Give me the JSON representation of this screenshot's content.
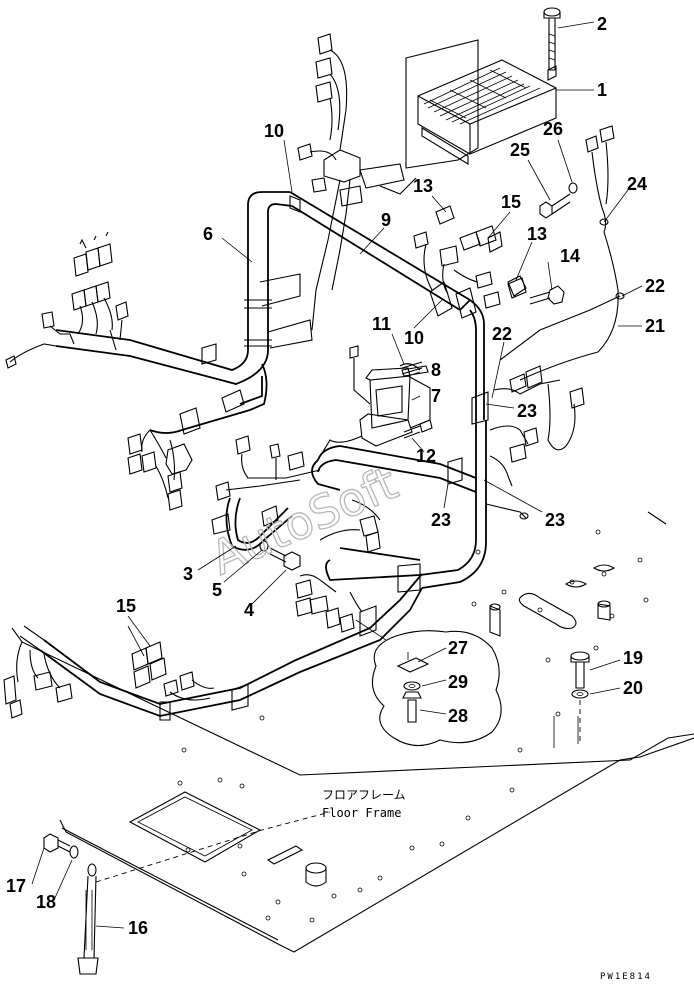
{
  "drawing": {
    "floor_label_jp": "フロアフレーム",
    "floor_label_en": "Floor Frame",
    "watermark": "AutoSoft",
    "drawing_code": "PW1E814"
  },
  "callouts": [
    {
      "id": "c2",
      "label": "2"
    },
    {
      "id": "c1",
      "label": "1"
    },
    {
      "id": "c26",
      "label": "26"
    },
    {
      "id": "c25",
      "label": "25"
    },
    {
      "id": "c10a",
      "label": "10"
    },
    {
      "id": "c24",
      "label": "24"
    },
    {
      "id": "c13a",
      "label": "13"
    },
    {
      "id": "c15a",
      "label": "15"
    },
    {
      "id": "c6",
      "label": "6"
    },
    {
      "id": "c9",
      "label": "9"
    },
    {
      "id": "c13b",
      "label": "13"
    },
    {
      "id": "c14",
      "label": "14"
    },
    {
      "id": "c22a",
      "label": "22"
    },
    {
      "id": "c21",
      "label": "21"
    },
    {
      "id": "c11",
      "label": "11"
    },
    {
      "id": "c10b",
      "label": "10"
    },
    {
      "id": "c22b",
      "label": "22"
    },
    {
      "id": "c8",
      "label": "8"
    },
    {
      "id": "c7",
      "label": "7"
    },
    {
      "id": "c23a",
      "label": "23"
    },
    {
      "id": "c12",
      "label": "12"
    },
    {
      "id": "c23b",
      "label": "23"
    },
    {
      "id": "c23c",
      "label": "23"
    },
    {
      "id": "c3",
      "label": "3"
    },
    {
      "id": "c5",
      "label": "5"
    },
    {
      "id": "c4",
      "label": "4"
    },
    {
      "id": "c15b",
      "label": "15"
    },
    {
      "id": "c27",
      "label": "27"
    },
    {
      "id": "c29",
      "label": "29"
    },
    {
      "id": "c28",
      "label": "28"
    },
    {
      "id": "c19",
      "label": "19"
    },
    {
      "id": "c20",
      "label": "20"
    },
    {
      "id": "c17",
      "label": "17"
    },
    {
      "id": "c18",
      "label": "18"
    },
    {
      "id": "c16",
      "label": "16"
    }
  ]
}
